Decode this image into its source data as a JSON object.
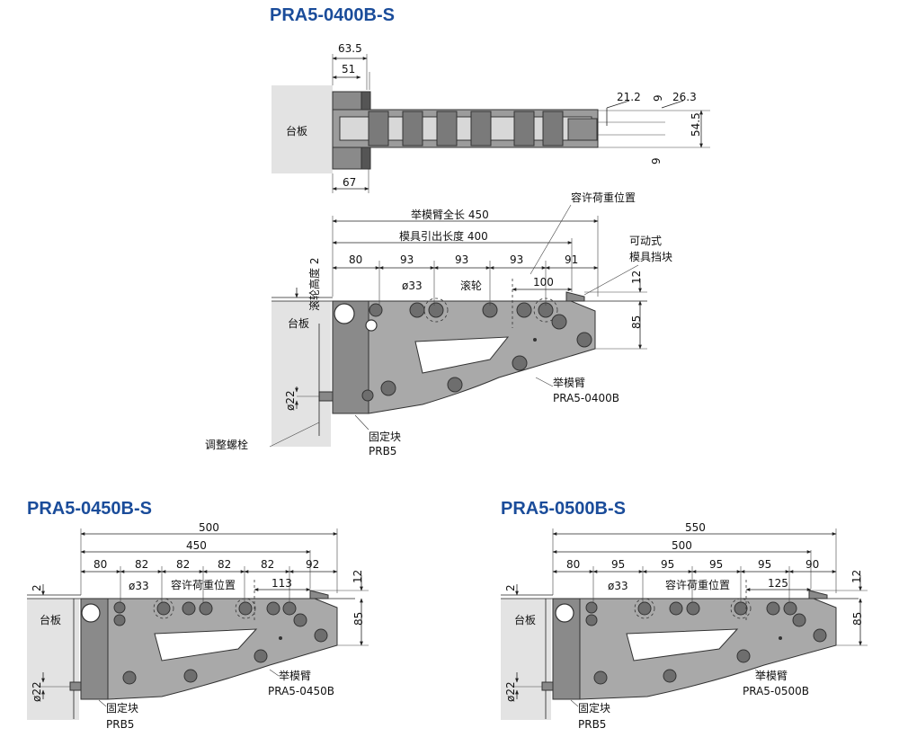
{
  "titles": {
    "top": "PRA5-0400B-S",
    "left": "PRA5-0450B-S",
    "right": "PRA5-0500B-S"
  },
  "plan_view": {
    "base_plate": "台板",
    "dims": {
      "d63_5": "63.5",
      "d51": "51",
      "d67": "67",
      "d21_2": "21.2",
      "d9a": "9",
      "d26_3": "26.3",
      "d54_5": "54.5",
      "d9b": "9"
    }
  },
  "main_view": {
    "total_length": "举模臂全长 450",
    "extend_length": "模具引出长度 400",
    "spans": [
      "80",
      "93",
      "93",
      "93",
      "91"
    ],
    "d100": "100",
    "phi": "ø33",
    "roller": "滚轮",
    "load_position": "容许荷重位置",
    "movable_stop_1": "可动式",
    "movable_stop_2": "模具挡块",
    "roller_height": "滚轮高度 2",
    "base_plate": "台板",
    "d12": "12",
    "d85": "85",
    "phi22": "ø22",
    "arm_label": "举模臂",
    "arm_model": "PRA5-0400B",
    "fix_block": "固定块",
    "fix_model": "PRB5",
    "adjust_bolt": "调整螺栓"
  },
  "left_view": {
    "d500": "500",
    "d450": "450",
    "spans": [
      "80",
      "82",
      "82",
      "82",
      "82",
      "92"
    ],
    "d113": "113",
    "phi": "ø33",
    "load_position": "容许荷重位置",
    "d2": "2",
    "base_plate": "台板",
    "d12": "12",
    "d85": "85",
    "phi22": "ø22",
    "arm_label": "举模臂",
    "arm_model": "PRA5-0450B",
    "fix_block": "固定块",
    "fix_model": "PRB5"
  },
  "right_view": {
    "d550": "550",
    "d500": "500",
    "spans": [
      "80",
      "95",
      "95",
      "95",
      "95",
      "90"
    ],
    "d125": "125",
    "phi": "ø33",
    "load_position": "容许荷重位置",
    "d2": "2",
    "base_plate": "台板",
    "d12": "12",
    "d85": "85",
    "phi22": "ø22",
    "arm_label": "举模臂",
    "arm_model": "PRA5-0500B",
    "fix_block": "固定块",
    "fix_model": "PRB5"
  }
}
